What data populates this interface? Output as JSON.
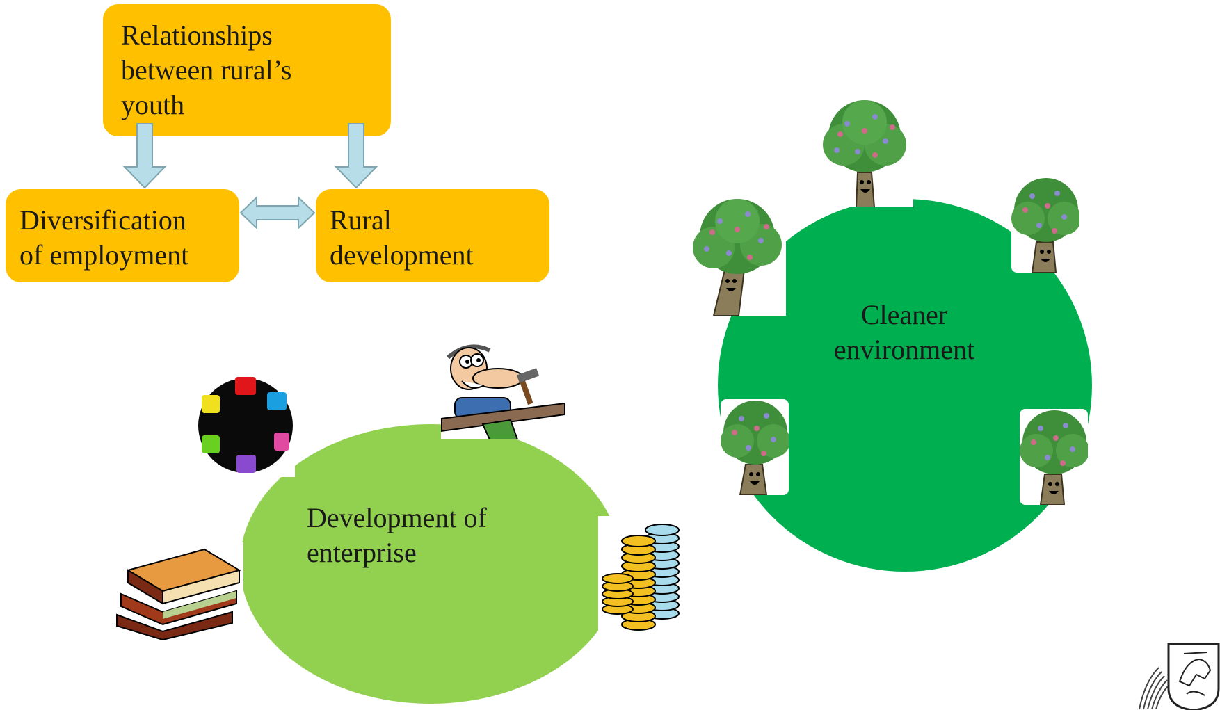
{
  "boxes": {
    "relationships": {
      "lines": [
        "Relationships",
        "between rural’s",
        "youth"
      ]
    },
    "diversification": {
      "lines": [
        "Diversification",
        "of employment"
      ]
    },
    "rural_development": {
      "lines": [
        "Rural",
        "development"
      ]
    }
  },
  "circles": {
    "cleaner": {
      "lines": [
        "Cleaner",
        "environment"
      ]
    },
    "enterprise": {
      "lines": [
        "Development of",
        "enterprise"
      ]
    }
  },
  "colors": {
    "box_fill": "#FFC000",
    "arrow_fill": "#B7DDE8",
    "arrow_stroke": "#7FA5B0",
    "dark_green": "#00B050",
    "light_green": "#92D050"
  },
  "icons": [
    "tree-icon",
    "tree-icon",
    "tree-icon",
    "tree-icon",
    "tree-icon",
    "carpenter-icon",
    "color-wheel-icon",
    "books-icon",
    "coins-icon",
    "lithuanian-coat-of-arms-logo"
  ]
}
